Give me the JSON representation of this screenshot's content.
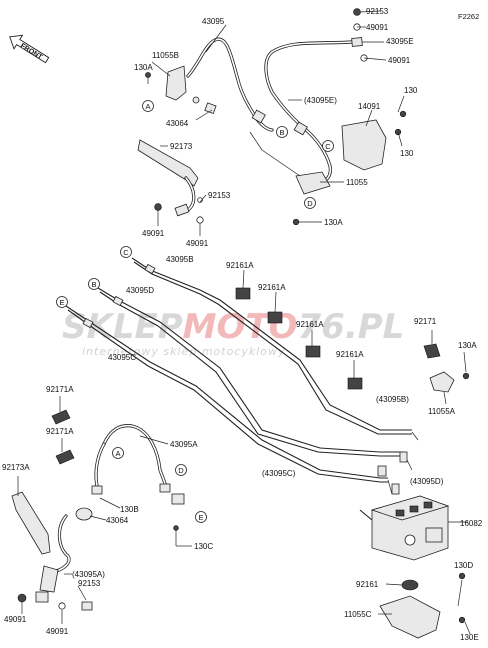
{
  "figure": {
    "code": "F2262",
    "front_label": "FRONT"
  },
  "watermark": {
    "brand_part1": "SKLEP",
    "brand_part2": "MOTO",
    "brand_part3": "76",
    "brand_part4": ".PL",
    "tagline": "internetowy sklep motocyklowy"
  },
  "letters": {
    "a": "A",
    "b": "B",
    "c": "C",
    "d": "D",
    "e": "E"
  },
  "parts": {
    "p92153_top": "92153",
    "p49091_top": "49091",
    "p43095E": "43095E",
    "p49091_top2": "49091",
    "p43095": "43095",
    "p11055B": "11055B",
    "p130A_top": "130A",
    "p43095E_paren": "(43095E)",
    "p14091": "14091",
    "p130_a": "130",
    "p130_b": "130",
    "p43064_top": "43064",
    "p92173": "92173",
    "p11055": "11055",
    "p92153_mid": "92153",
    "p49091_mid": "49091",
    "p49091_mid2": "49091",
    "p130A_mid": "130A",
    "p43095B": "43095B",
    "p92161A_1": "92161A",
    "p92161A_2": "92161A",
    "p43095D": "43095D",
    "p92161A_3": "92161A",
    "p92171": "92171",
    "p43095C": "43095C",
    "p130A_right": "130A",
    "p92161A_4": "92161A",
    "p11055A": "11055A",
    "p43095B_paren": "(43095B)",
    "p92171A_1": "92171A",
    "p92171A_2": "92171A",
    "p43095A": "43095A",
    "p43095D_paren": "(43095D)",
    "p43095C_paren": "(43095C)",
    "p92173A": "92173A",
    "p130B": "130B",
    "p43064_bot": "43064",
    "p16082": "16082",
    "p130C": "130C",
    "p43095A_paren": "(43095A)",
    "p92153_bot": "92153",
    "p130D": "130D",
    "p92161_bot": "92161",
    "p49091_bot1": "49091",
    "p49091_bot2": "49091",
    "p11055C": "11055C",
    "p130E": "130E"
  }
}
